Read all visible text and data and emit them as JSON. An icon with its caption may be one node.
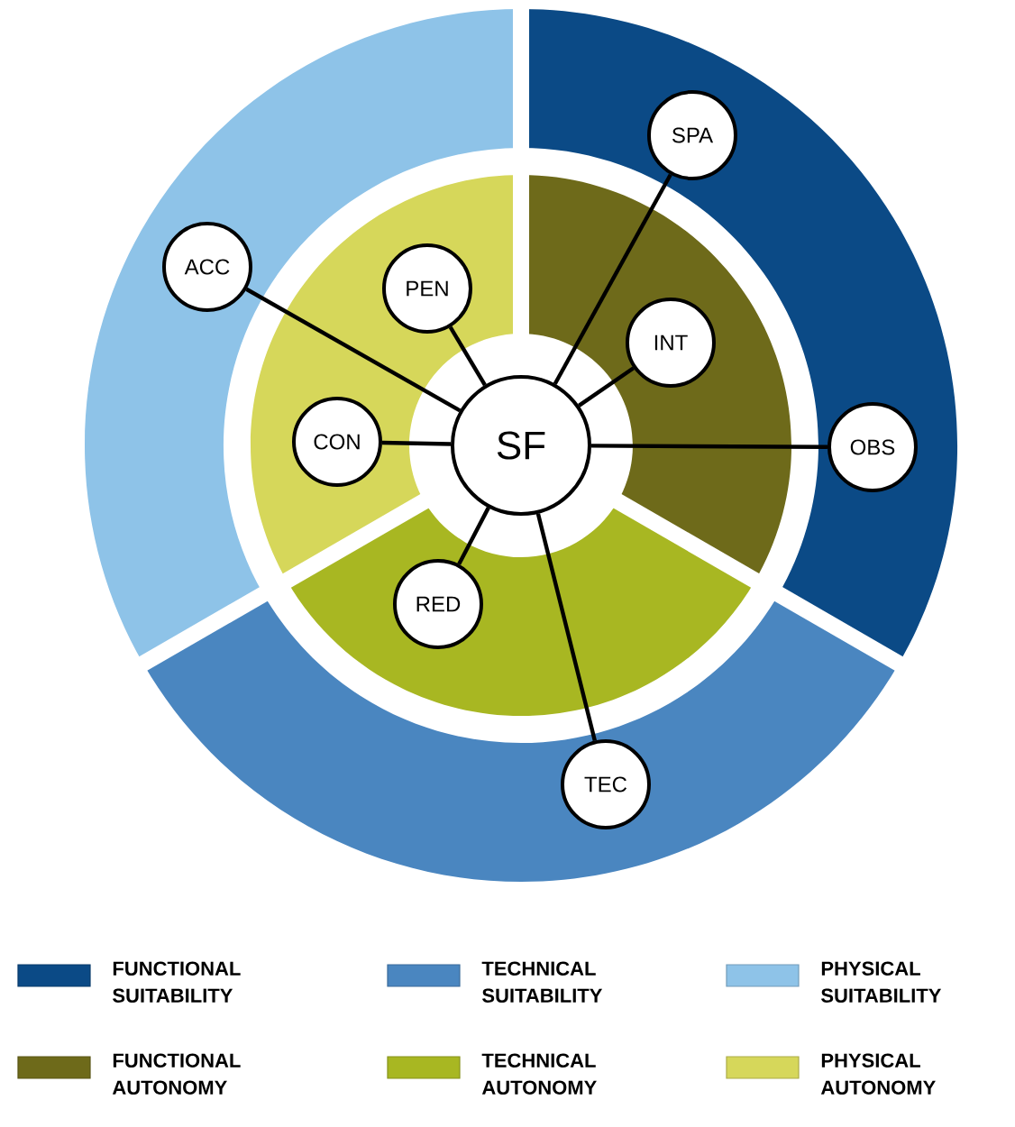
{
  "diagram": {
    "nodes": [
      {
        "text": [
          "SPA"
        ]
      },
      {
        "text": [
          "ACC"
        ]
      },
      {
        "text": [
          "PEN"
        ]
      },
      {
        "text": [
          "INT"
        ]
      },
      {
        "text": [
          "SF"
        ]
      },
      {
        "text": [
          "CON"
        ]
      },
      {
        "text": [
          "OBS"
        ]
      },
      {
        "text": [
          "RED"
        ]
      },
      {
        "text": [
          "TEC"
        ]
      }
    ],
    "edges": [
      {
        "from": 4,
        "to": 0,
        "arrow": "none"
      },
      {
        "from": 4,
        "to": 1,
        "arrow": "none"
      },
      {
        "from": 4,
        "to": 2,
        "arrow": "none"
      },
      {
        "from": 4,
        "to": 3,
        "arrow": "none"
      },
      {
        "from": 4,
        "to": 5,
        "arrow": "none"
      },
      {
        "from": 4,
        "to": 6,
        "arrow": "none"
      },
      {
        "from": 4,
        "to": 7,
        "arrow": "none"
      },
      {
        "from": 4,
        "to": 8,
        "arrow": "none"
      }
    ],
    "legend": [
      {
        "text": "FUNCTIONAL SUITABILITY",
        "color": "#0b4a86"
      },
      {
        "text": "TECHNICAL SUITABILITY",
        "color": "#4a86c0"
      },
      {
        "text": "PHYSICAL SUITABILITY",
        "color": "#8ec3e8"
      },
      {
        "text": "FUNCTIONAL AUTONOMY",
        "color": "#6e6a1a"
      },
      {
        "text": "TECHNICAL AUTONOMY",
        "color": "#a8b722"
      },
      {
        "text": "PHYSICAL AUTONOMY",
        "color": "#d6d75a"
      }
    ]
  }
}
